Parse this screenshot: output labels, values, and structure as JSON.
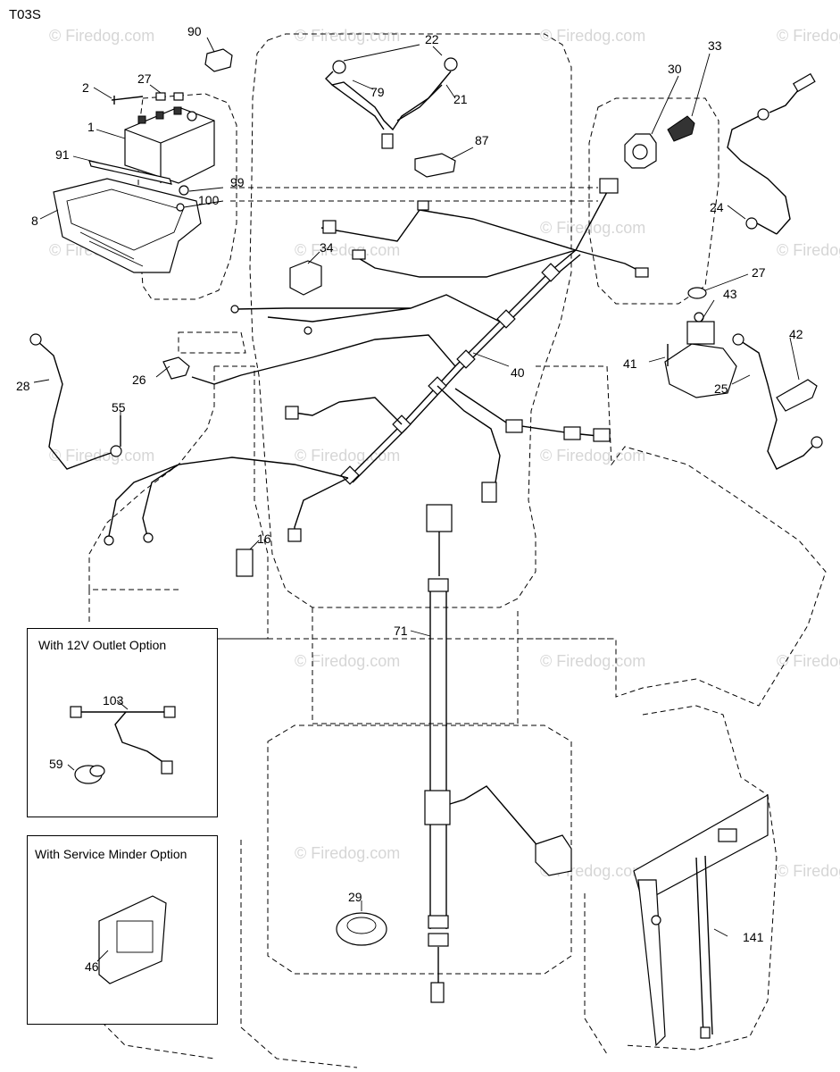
{
  "diagram": {
    "code": "T03S",
    "watermark": "© Firedog.com",
    "callouts": {
      "c90": "90",
      "c22": "22",
      "c33": "33",
      "c27a": "27",
      "c2": "2",
      "c79": "79",
      "c21": "21",
      "c30": "30",
      "c1": "1",
      "c87": "87",
      "c91": "91",
      "c99": "99",
      "c100": "100",
      "c8": "8",
      "c24": "24",
      "c34": "34",
      "c27b": "27",
      "c43": "43",
      "c42": "42",
      "c41": "41",
      "c26": "26",
      "c40": "40",
      "c28": "28",
      "c25": "25",
      "c55": "55",
      "c16": "16",
      "c71": "71",
      "c103": "103",
      "c59": "59",
      "c29": "29",
      "c46": "46",
      "c141": "141"
    },
    "option_boxes": {
      "outlet_title": "With 12V Outlet Option",
      "minder_title": "With Service Minder Option"
    }
  }
}
